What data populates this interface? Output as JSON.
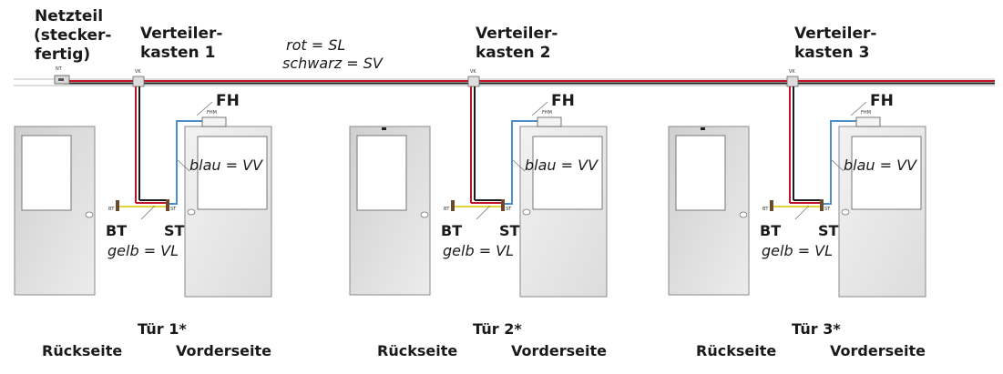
{
  "labels": {
    "power_supply_line1": "Netzteil",
    "power_supply_line2": "(stecker-",
    "power_supply_line3": "fertig)",
    "power_supply_tag": "NT",
    "cable_legend_line1": "rot = SL",
    "cable_legend_line2": "schwarz = SV",
    "box_tag": "VK",
    "opener_tag": "FHM",
    "opener": "FH",
    "blue_wire": "blau = VV",
    "yellow_wire": "gelb = VL",
    "bt": "BT",
    "st": "ST",
    "bt_tag": "BT",
    "st_tag": "ST",
    "back_side": "Rückseite",
    "front_side": "Vorderseite"
  },
  "units": [
    {
      "box_line1": "Verteiler-",
      "box_line2": "kasten 1",
      "door": "Tür 1*"
    },
    {
      "box_line1": "Verteiler-",
      "box_line2": "kasten 2",
      "door": "Tür 2*"
    },
    {
      "box_line1": "Verteiler-",
      "box_line2": "kasten 3",
      "door": "Tür 3*"
    }
  ],
  "colors": {
    "red_wire": "#c0142a",
    "black_wire": "#1c1c1c",
    "blue_wire": "#4d8fc8",
    "yellow_wire": "#e8d23a",
    "door_fill": "#dcdcdc",
    "door_stroke": "#8a8a8a",
    "glass": "#ffffff"
  }
}
